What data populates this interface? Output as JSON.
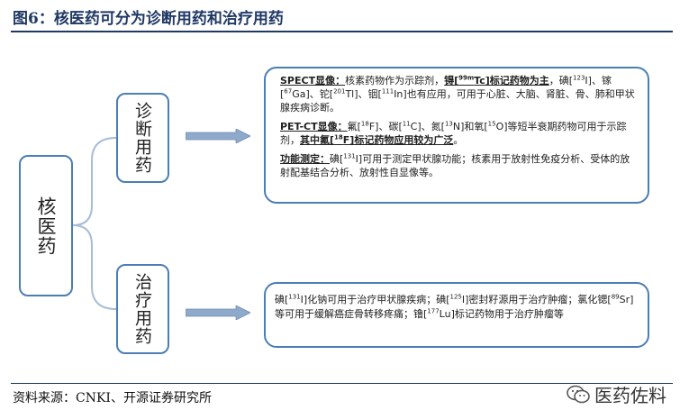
{
  "header": {
    "title": "图6：核医药可分为诊断用药和治疗用药"
  },
  "tree": {
    "root": "核医药",
    "diagnosis": "诊断用药",
    "therapy": "治疗用药"
  },
  "diagnosis_info": {
    "spect": {
      "label": "SPECT显像：",
      "t1": "核素药物作为示踪剂，",
      "t2": "锝[",
      "t2_sup": "99m",
      "t2_b": "Tc]标记药物为主",
      "t3": "，碘[",
      "t3_sup": "123",
      "t4": "I]、镓[",
      "t4_sup": "67",
      "t5": "Ga]、铊[",
      "t5_sup": "201",
      "t6": "Tl]、铟[",
      "t6_sup": "111",
      "t7": "In]也有应用，可用于心脏、大脑、肾脏、骨、肺和甲状腺疾病诊断。"
    },
    "petct": {
      "label": "PET-CT显像：",
      "t1": "氟[",
      "t1_sup": "18",
      "t2": "F]、碳[",
      "t2_sup": "11",
      "t3": "C]、氮[",
      "t3_sup": "13",
      "t4": "N]和氧[",
      "t4_sup": "15",
      "t5": "O]等短半衰期药物可用于示踪剂，",
      "t6": "其中氟[",
      "t6_sup": "18",
      "t7": "F]标记药物应用较为广泛",
      "t8": "。"
    },
    "function": {
      "label": "功能测定：",
      "t1": "碘[",
      "t1_sup": "131",
      "t2": "I]可用于测定甲状腺功能；核素用于放射性免疫分析、受体的放射配基结合分析、放射性自显像等。"
    }
  },
  "therapy_info": {
    "t1": "碘[",
    "t1_sup": "131",
    "t2": "I]化钠可用于治疗甲状腺疾病；碘[",
    "t2_sup": "125",
    "t3": "I]密封籽源用于治疗肿瘤；氯化锶[",
    "t3_sup": "89",
    "t4": "Sr]等可用于缓解癌症骨转移疼痛；镥[",
    "t4_sup": "177",
    "t5": "Lu]标记药物用于治疗肿瘤等"
  },
  "footer": {
    "source": "资料来源：CNKI、开源证券研究所",
    "watermark": "医药佐料"
  },
  "colors": {
    "accent": "#1f3864",
    "box_border": "#4a7eb5",
    "arrow_fill": "#8ea9c9"
  }
}
